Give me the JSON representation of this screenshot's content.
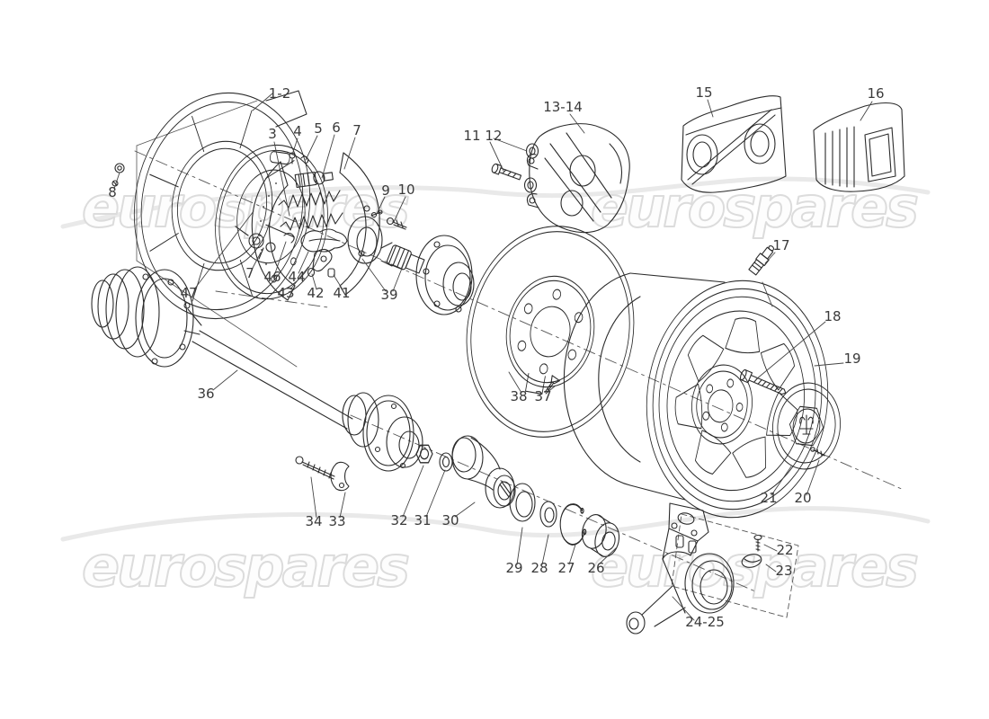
{
  "watermark": {
    "text": "eurospares",
    "color": "#dcdcdc"
  },
  "colors": {
    "ink": "#2b2b2b",
    "background": "#ffffff",
    "watermark": "#e0e0e0"
  },
  "emblem_icon": "maserati-trident-icon",
  "parts": [
    {
      "label": "1-2"
    },
    {
      "label": "3"
    },
    {
      "label": "4"
    },
    {
      "label": "5"
    },
    {
      "label": "6"
    },
    {
      "label": "7"
    },
    {
      "label": "8"
    },
    {
      "label": "9"
    },
    {
      "label": "10"
    },
    {
      "label": "11 12"
    },
    {
      "label": "13-14"
    },
    {
      "label": "15"
    },
    {
      "label": "16"
    },
    {
      "label": "17"
    },
    {
      "label": "18"
    },
    {
      "label": "19"
    },
    {
      "label": "20"
    },
    {
      "label": "21"
    },
    {
      "label": "22"
    },
    {
      "label": "23"
    },
    {
      "label": "24-25"
    },
    {
      "label": "26"
    },
    {
      "label": "27"
    },
    {
      "label": "28"
    },
    {
      "label": "29"
    },
    {
      "label": "30"
    },
    {
      "label": "31"
    },
    {
      "label": "32"
    },
    {
      "label": "33"
    },
    {
      "label": "34"
    },
    {
      "label": "36"
    },
    {
      "label": "37"
    },
    {
      "label": "38"
    },
    {
      "label": "39"
    },
    {
      "label": "41"
    },
    {
      "label": "42"
    },
    {
      "label": "43"
    },
    {
      "label": "44"
    },
    {
      "label": "46"
    },
    {
      "label": "7"
    },
    {
      "label": "47"
    }
  ]
}
